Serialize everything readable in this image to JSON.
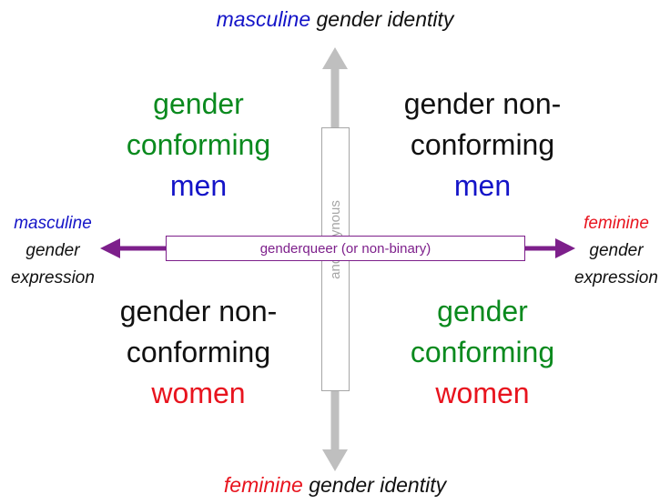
{
  "colors": {
    "blue": "#1414c8",
    "red": "#e8141e",
    "green": "#0a8a1e",
    "black": "#111111",
    "purple": "#7d1f8b",
    "gray": "#a6a6a6"
  },
  "top_axis": {
    "emph": "masculine",
    "rest": " gender identity"
  },
  "bottom_axis": {
    "emph": "feminine",
    "rest": " gender identity"
  },
  "left_side": {
    "line1": "masculine",
    "line2": "gender",
    "line3": "expression"
  },
  "right_side": {
    "line1": "feminine",
    "line2": "gender",
    "line3": "expression"
  },
  "horizontal_bar_label": "genderqueer (or non-binary)",
  "vertical_bar_label": "androgynous",
  "quadrants": {
    "top_left": {
      "line1": "gender",
      "line2": "conforming",
      "line3": "men"
    },
    "top_right": {
      "line1": "gender non-",
      "line2": "conforming",
      "line3": "men"
    },
    "bottom_left": {
      "line1": "gender non-",
      "line2": "conforming",
      "line3": "women"
    },
    "bottom_right": {
      "line1": "gender",
      "line2": "conforming",
      "line3": "women"
    }
  }
}
